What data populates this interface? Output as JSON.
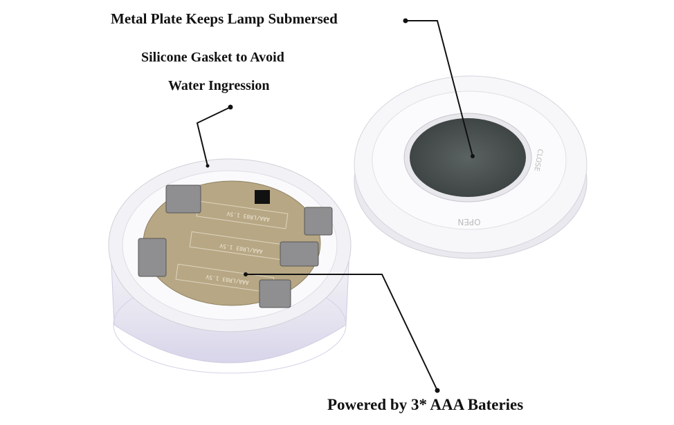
{
  "callouts": {
    "metal_plate": "Metal Plate Keeps Lamp Submersed",
    "gasket_line1": "Silicone Gasket to Avoid",
    "gasket_line2": "Water Ingression",
    "batteries": "Powered by 3* AAA Bateries"
  },
  "product_print": {
    "battery_label": "AAA/LR03 1.5V",
    "lid_open": "OPEN",
    "lid_close": "CLOSE"
  },
  "colors": {
    "text": "#111111",
    "pcb": "#b7a784",
    "metal_plate": "#4a5050",
    "housing": "#eeeef4"
  }
}
